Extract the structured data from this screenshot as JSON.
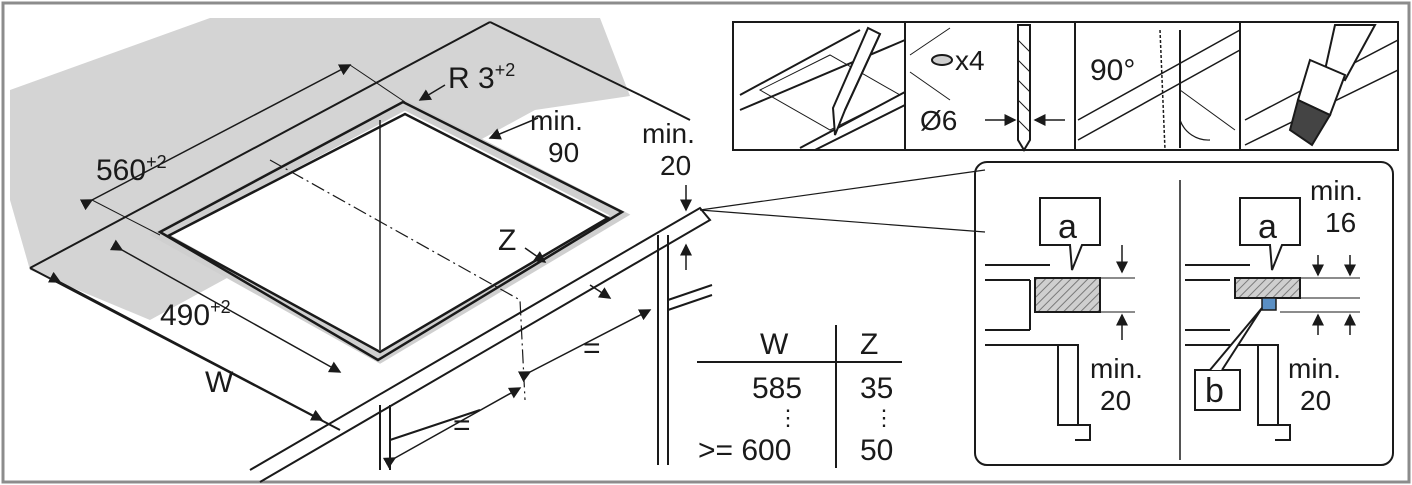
{
  "worktop": {
    "radius": "R 3",
    "radius_tol": "+2",
    "depth": "560",
    "depth_tol": "+2",
    "width": "490",
    "width_tol": "+2",
    "rear_min": "min.",
    "rear_val": "90",
    "front_min": "min.",
    "front_val": "20",
    "z": "Z",
    "w": "W",
    "eq1": "=",
    "eq2": "="
  },
  "table": {
    "col_w": "W",
    "col_z": "Z",
    "rows": [
      {
        "w": "585",
        "z": "35"
      },
      {
        "w": ">= 600",
        "z": "50"
      }
    ],
    "ellipsis": "⋮"
  },
  "steps": {
    "drill_count": "x4",
    "drill_diameter": "Ø6",
    "angle": "90°"
  },
  "detail": {
    "label_a": "a",
    "label_b": "b",
    "min": "min.",
    "left_min_val": "20",
    "right_top_val": "16",
    "right_bottom_val": "20"
  },
  "colors": {
    "line": "#1a1a1a",
    "wall": "#d2d2d2",
    "hatch": "#8a8a8a",
    "spacer": "#5a8fc4"
  }
}
